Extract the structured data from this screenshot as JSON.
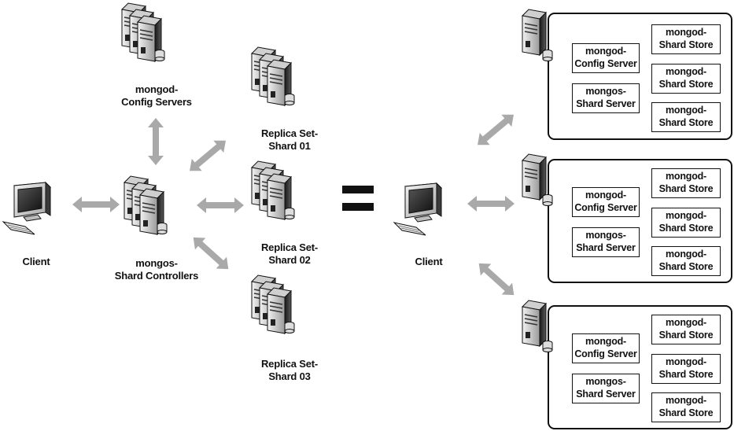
{
  "left_diagram": {
    "client": {
      "label": "Client",
      "icon": "client-computer-icon"
    },
    "config_servers": {
      "line1": "mongod-",
      "line2": "Config Servers",
      "icon": "server-stack-icon"
    },
    "shard_controllers": {
      "line1": "mongos-",
      "line2": "Shard Controllers",
      "icon": "server-stack-icon"
    },
    "replica_sets": [
      {
        "line1": "Replica Set-",
        "line2": "Shard 01",
        "icon": "server-stack-icon"
      },
      {
        "line1": "Replica Set-",
        "line2": "Shard 02",
        "icon": "server-stack-icon"
      },
      {
        "line1": "Replica Set-",
        "line2": "Shard 03",
        "icon": "server-stack-icon"
      }
    ]
  },
  "equals_icon": "equals-sign-icon",
  "right_diagram": {
    "client": {
      "label": "Client",
      "icon": "client-computer-icon"
    },
    "nodes": [
      {
        "config_server": [
          "mongod-",
          "Config Server"
        ],
        "shard_server": [
          "mongos-",
          "Shard Server"
        ],
        "shard_stores": [
          [
            "mongod-",
            "Shard Store"
          ],
          [
            "mongod-",
            "Shard Store"
          ],
          [
            "mongod-",
            "Shard Store"
          ]
        ]
      },
      {
        "config_server": [
          "mongod-",
          "Config Server"
        ],
        "shard_server": [
          "mongos-",
          "Shard Server"
        ],
        "shard_stores": [
          [
            "mongod-",
            "Shard Store"
          ],
          [
            "mongod-",
            "Shard Store"
          ],
          [
            "mongod-",
            "Shard Store"
          ]
        ]
      },
      {
        "config_server": [
          "mongod-",
          "Config Server"
        ],
        "shard_server": [
          "mongos-",
          "Shard Server"
        ],
        "shard_stores": [
          [
            "mongod-",
            "Shard Store"
          ],
          [
            "mongod-",
            "Shard Store"
          ],
          [
            "mongod-",
            "Shard Store"
          ]
        ]
      }
    ]
  },
  "colors": {
    "arrow": "#a9a9a9",
    "server_dark": "#2b2b2b",
    "server_light": "#e0e0e0",
    "ink": "#111111"
  }
}
